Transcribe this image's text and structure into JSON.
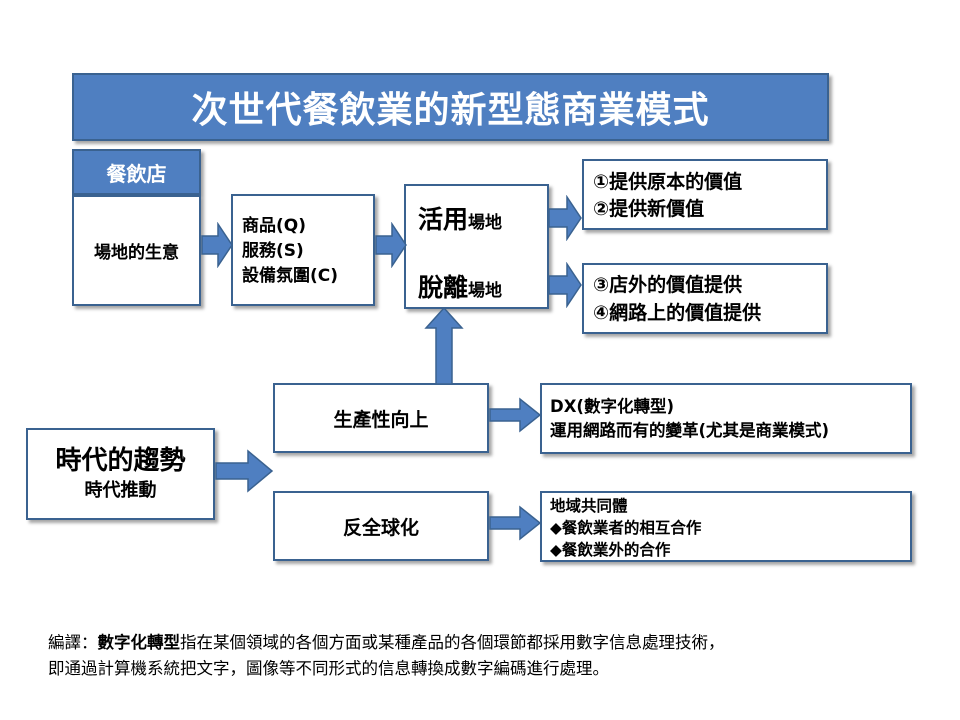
{
  "title": "次世代餐飲業的新型態商業模式",
  "restaurant": {
    "header": "餐飲店",
    "body": "場地的生意"
  },
  "products": {
    "line1": "商品(Q)",
    "line2": "服務(S)",
    "line3": "設備氛圍(C)"
  },
  "venue": {
    "use_big": "活用",
    "use_small": "場地",
    "leave_big": "脫離",
    "leave_small": "場地"
  },
  "value_top": {
    "line1": "①提供原本的價值",
    "line2": "②提供新價值"
  },
  "value_bottom": {
    "line1": "③店外的價值提供",
    "line2": "④網路上的價值提供"
  },
  "trend": {
    "title": "時代的趨勢",
    "sub": "時代推動"
  },
  "productivity": "生產性向上",
  "anti_globalization": "反全球化",
  "dx": {
    "line1": "DX(數字化轉型)",
    "line2": "運用網路而有的變革(尤其是商業模式)"
  },
  "community": {
    "line1": "地域共同體",
    "line2": "◆餐飲業者的相互合作",
    "line3": "◆餐飲業外的合作"
  },
  "note": {
    "prefix": "編譯：",
    "term": "數字化轉型",
    "rest1": "指在某個領域的各個方面或某種產品的各個環節都採用數字信息處理技術，",
    "line2": "即通過計算機系統把文字，圖像等不同形式的信息轉換成數字編碼進行處理。"
  },
  "colors": {
    "accent": "#4f7fc1",
    "border": "#3a6290",
    "arrow": "#4f7fc1"
  }
}
